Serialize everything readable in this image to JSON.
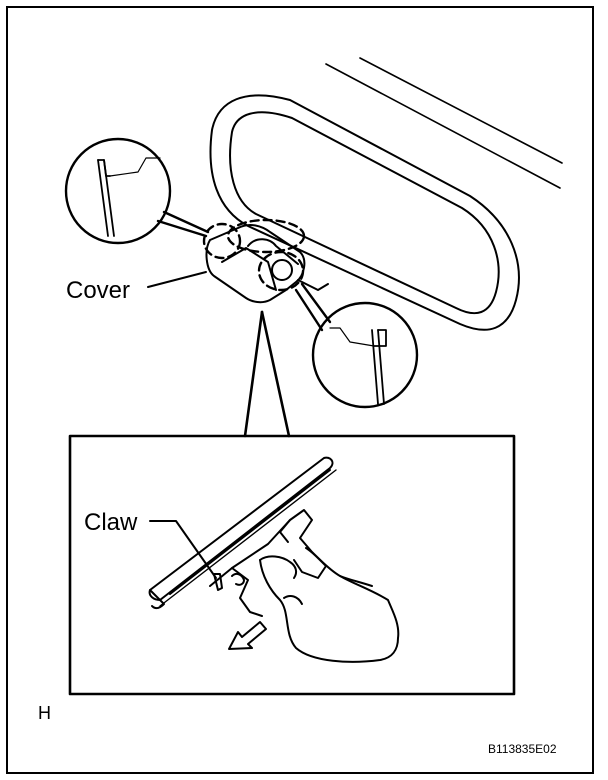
{
  "labels": {
    "cover": "Cover",
    "claw": "Claw"
  },
  "corner_letter": "H",
  "figure_code": "B113835E02"
}
